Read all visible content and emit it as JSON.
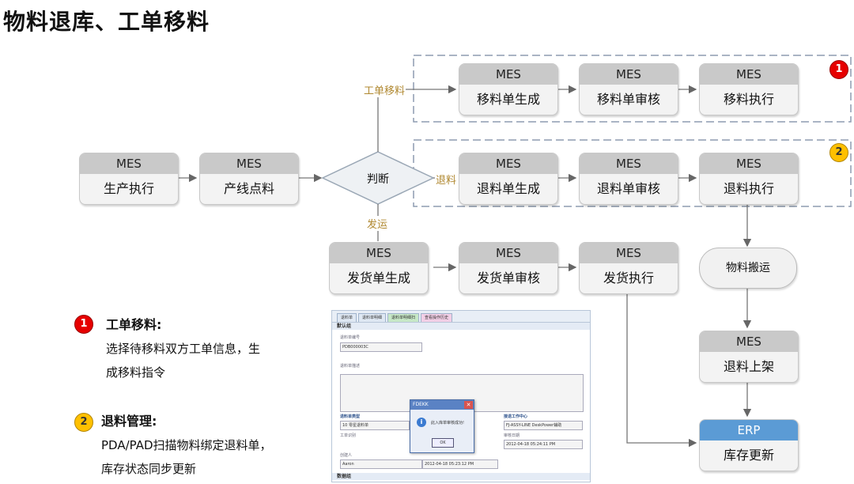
{
  "title": "物料退库、工单移料",
  "nodes": {
    "prod": {
      "header": "MES",
      "body": "生产执行"
    },
    "pick": {
      "header": "MES",
      "body": "产线点料"
    },
    "move_gen": {
      "header": "MES",
      "body": "移料单生成"
    },
    "move_rev": {
      "header": "MES",
      "body": "移料单审核"
    },
    "move_exe": {
      "header": "MES",
      "body": "移料执行"
    },
    "ret_gen": {
      "header": "MES",
      "body": "退料单生成"
    },
    "ret_rev": {
      "header": "MES",
      "body": "退料单审核"
    },
    "ret_exe": {
      "header": "MES",
      "body": "退料执行"
    },
    "ship_gen": {
      "header": "MES",
      "body": "发货单生成"
    },
    "ship_rev": {
      "header": "MES",
      "body": "发货单审核"
    },
    "ship_exe": {
      "header": "MES",
      "body": "发货执行"
    },
    "shelve": {
      "header": "MES",
      "body": "退料上架"
    },
    "erp": {
      "header": "ERP",
      "body": "库存更新"
    },
    "transport": "物料搬运",
    "decision": "判断"
  },
  "edges": {
    "work_move": "工单移料",
    "return": "退料",
    "ship": "发运"
  },
  "badges": {
    "one": "1",
    "two": "2"
  },
  "notes": {
    "n1": {
      "head": "工单移料:",
      "lines": [
        "选择待移料双方工单信息，生",
        "成移料指令"
      ]
    },
    "n2": {
      "head": "退料管理:",
      "lines": [
        "PDA/PAD扫描物料绑定退料单，",
        "库存状态同步更新"
      ]
    }
  },
  "screenshot": {
    "tabs": [
      "退料单",
      "退料单明细",
      "退料单明细扫",
      "查看操作历史"
    ],
    "section1": "默认组",
    "f_no_label": "退料单编号",
    "f_no_value": "PDB000003C",
    "f_desc_label": "退料单描述",
    "f_type_label": "退料单类型",
    "f_type_value": "10 零星退料单",
    "f_center_label": "接退工作中心",
    "f_center_value": "FJ-ASSY-LINE DeskPower辅助",
    "f_work_label": "工单识别",
    "f_audit_label": "审核日期",
    "f_audit_value": "2012-04-18 05:24:11 PM",
    "f_creator_label": "创建人",
    "f_creator_value": "Aaron",
    "f_created_value": "2012-04-18 05:23:12 PM",
    "section2": "数据组",
    "dialog_title": "FDEKK",
    "dialog_msg": "此入库单审核成功!",
    "dialog_ok": "OK"
  },
  "colors": {
    "header_gray": "#c9c9c9",
    "erp_blue": "#5b9bd5",
    "badge_red": "#e60000",
    "badge_yellow": "#ffc000",
    "edge_label": "#b08830",
    "dash": "#8e9bb0"
  }
}
